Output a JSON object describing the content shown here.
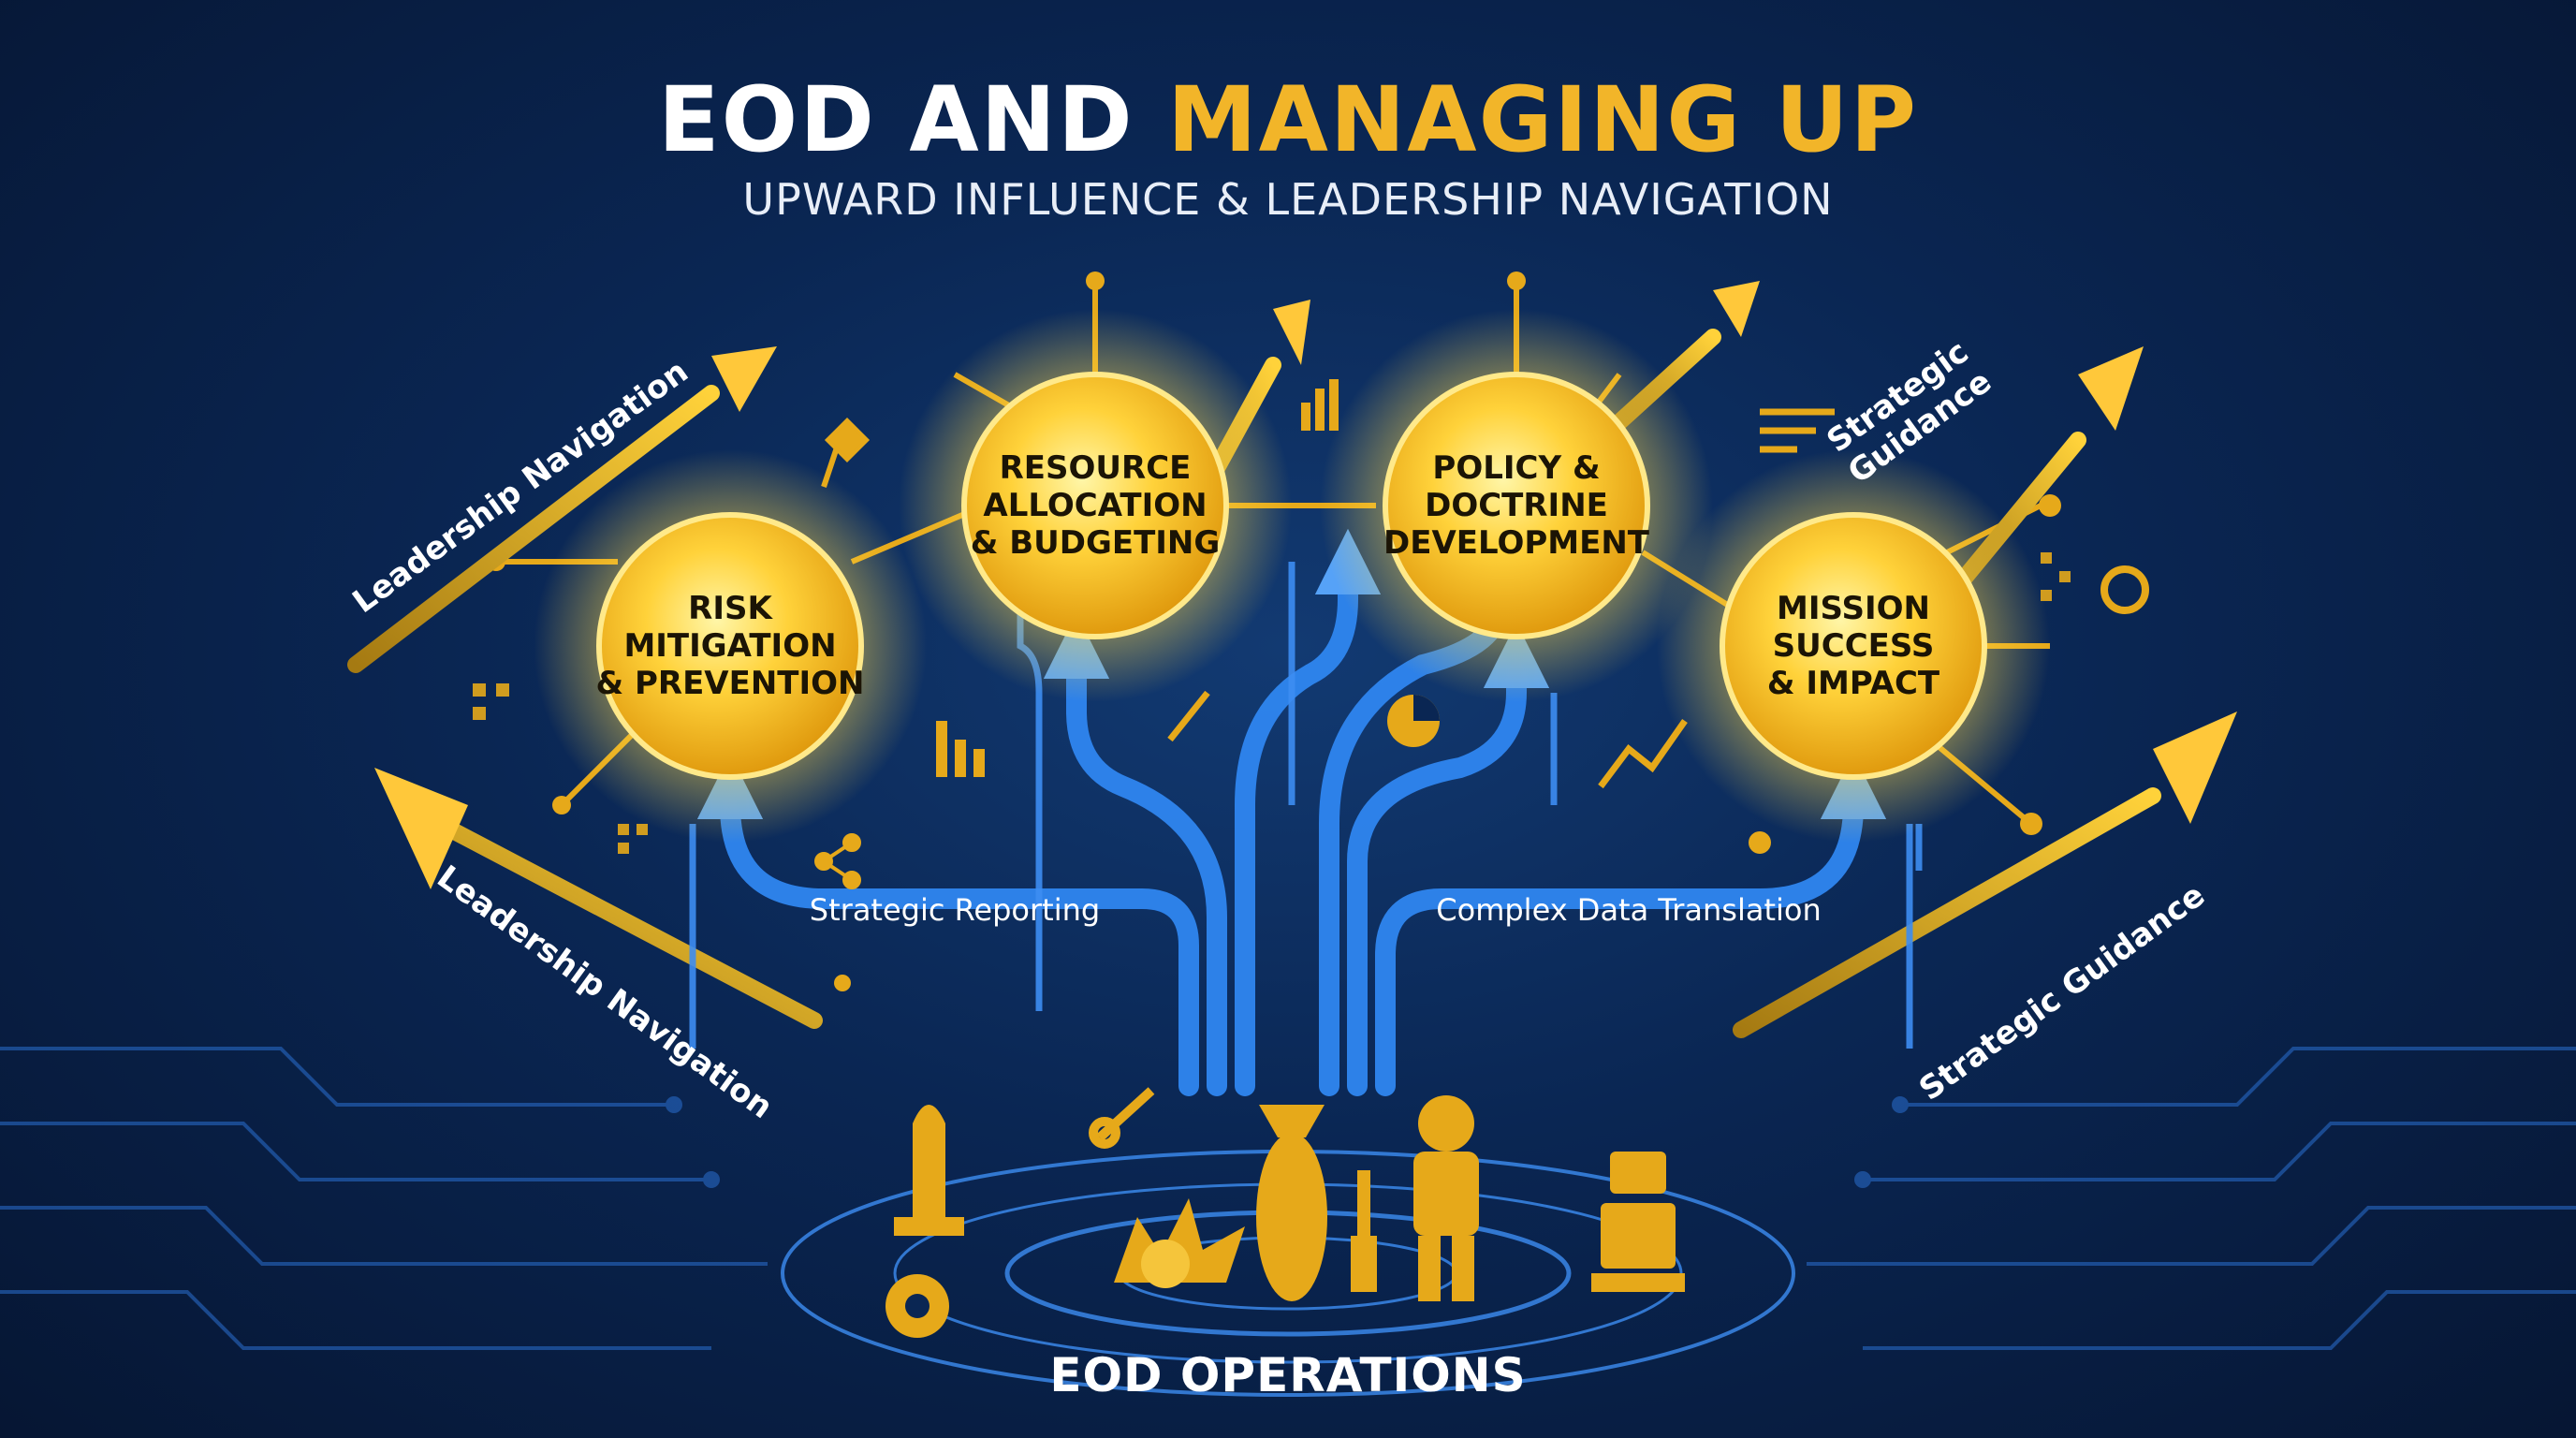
{
  "header": {
    "title_part1": "EOD AND",
    "title_part2": "MANAGING UP",
    "subtitle": "UPWARD INFLUENCE & LEADERSHIP NAVIGATION"
  },
  "nodes": [
    {
      "label": "RISK\nMITIGATION\n& PREVENTION"
    },
    {
      "label": "RESOURCE\nALLOCATION\n& BUDGETING"
    },
    {
      "label": "POLICY &\nDOCTRINE\nDEVELOPMENT"
    },
    {
      "label": "MISSION\nSUCCESS\n& IMPACT"
    }
  ],
  "arrow_labels": {
    "upper_left": "Leadership Navigation",
    "lower_left": "Leadership Navigation",
    "upper_right": "Strategic\nGuidance",
    "lower_right": "Strategic Guidance"
  },
  "flow_labels": {
    "left": "Strategic Reporting",
    "right": "Complex Data Translation"
  },
  "footer": {
    "label": "EOD OPERATIONS"
  },
  "colors": {
    "background": "#0a2653",
    "gold": "#f2b529",
    "node_fill": "#ffd23a",
    "flow_blue": "#2f86f0",
    "text_white": "#ffffff"
  },
  "icons": [
    "rocket-icon",
    "gear-icon",
    "wrench-icon",
    "explosion-icon",
    "bomb-icon",
    "screwdriver-icon",
    "bomb-suit-icon",
    "robot-icon",
    "bar-chart-icon",
    "pie-chart-icon",
    "trend-chart-icon",
    "network-icon"
  ]
}
